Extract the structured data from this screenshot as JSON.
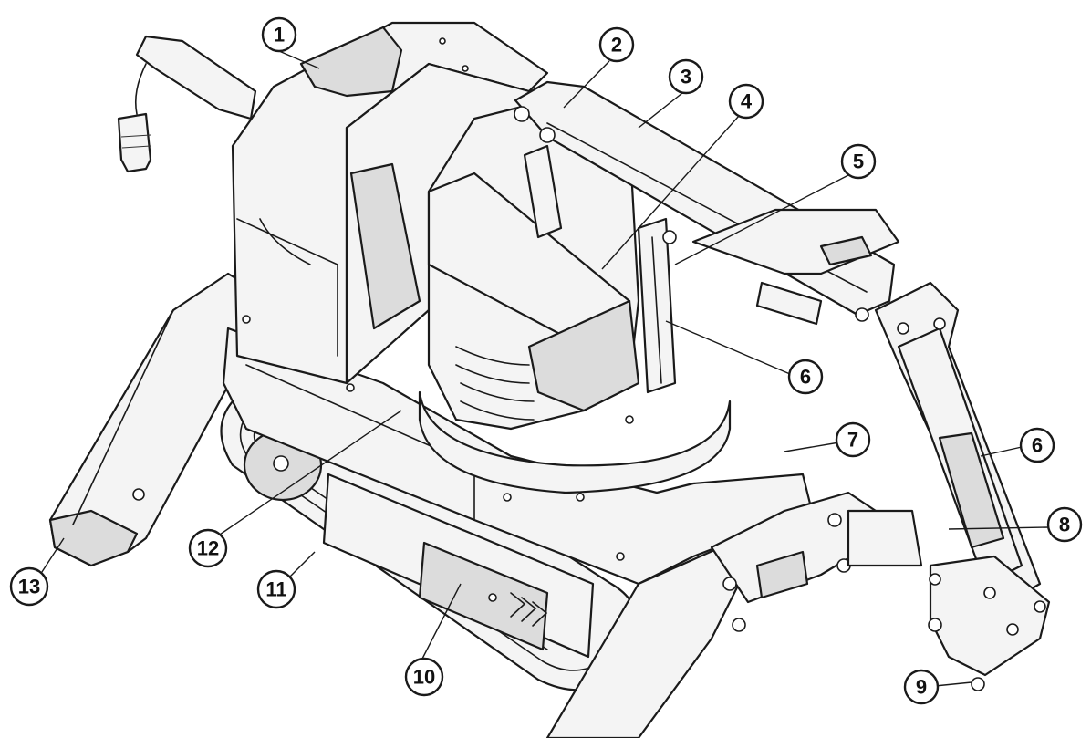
{
  "callouts": [
    {
      "id": "c1",
      "label": "1"
    },
    {
      "id": "c2",
      "label": "2"
    },
    {
      "id": "c3",
      "label": "3"
    },
    {
      "id": "c4",
      "label": "4"
    },
    {
      "id": "c5",
      "label": "5"
    },
    {
      "id": "c6a",
      "label": "6"
    },
    {
      "id": "c6b",
      "label": "6"
    },
    {
      "id": "c7",
      "label": "7"
    },
    {
      "id": "c8",
      "label": "8"
    },
    {
      "id": "c9",
      "label": "9"
    },
    {
      "id": "c10",
      "label": "10"
    },
    {
      "id": "c11",
      "label": "11"
    },
    {
      "id": "c12",
      "label": "12"
    },
    {
      "id": "c13",
      "label": "13"
    }
  ]
}
